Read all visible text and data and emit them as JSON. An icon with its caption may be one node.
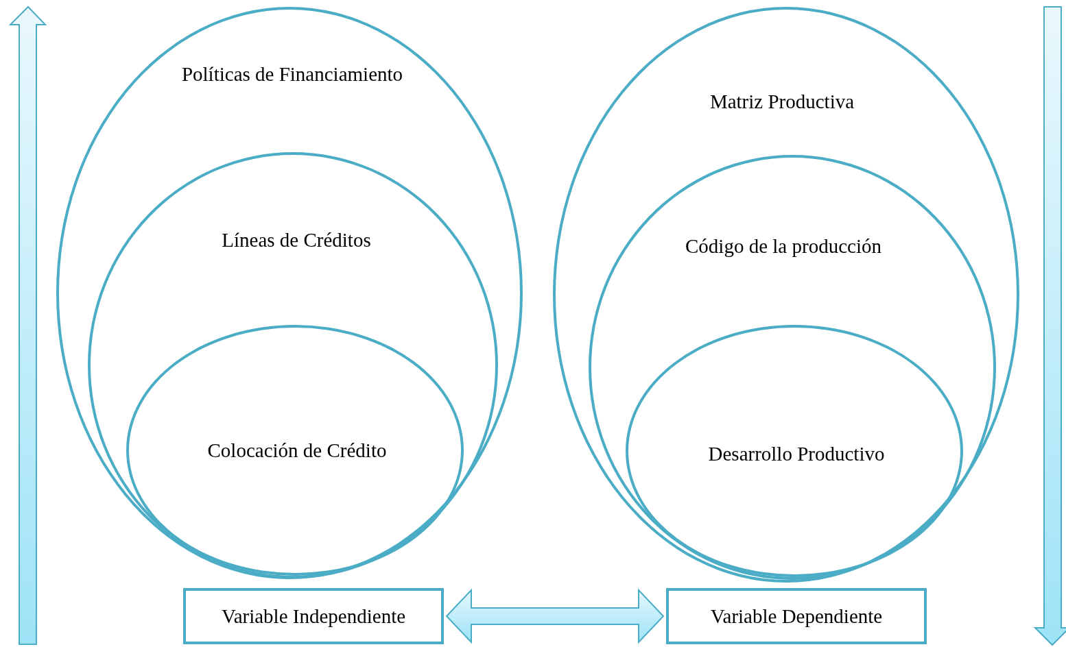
{
  "diagram": {
    "nodes": [
      {
        "text": [
          "Políticas de Financiamiento"
        ]
      },
      {
        "text": [
          "Líneas de Créditos"
        ],
        "in": 0
      },
      {
        "text": [
          "Colocación de Crédito"
        ],
        "in": 1
      },
      {
        "text": [
          "Matriz Productiva"
        ]
      },
      {
        "text": [
          "Código de la producción"
        ],
        "in": 3
      },
      {
        "text": [
          "Desarrollo Productivo"
        ],
        "in": 4
      },
      {
        "text": [
          "Variable Independiente"
        ]
      },
      {
        "text": [
          "Variable Dependiente"
        ]
      }
    ],
    "edges": [
      {
        "from": 6,
        "to": 7,
        "arrow": "both"
      }
    ]
  }
}
